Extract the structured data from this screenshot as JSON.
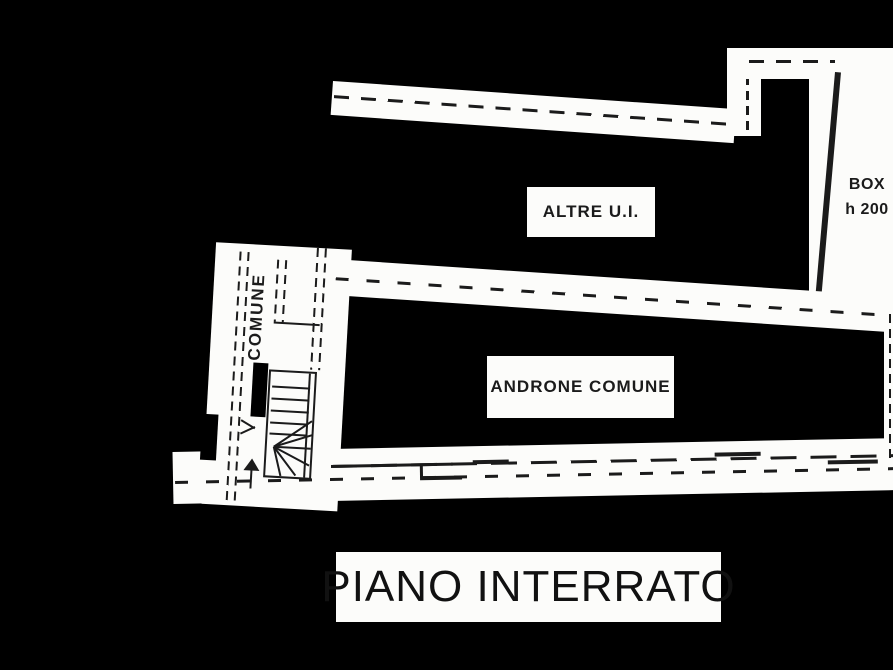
{
  "drawing": {
    "title": "PIANO INTERRATO",
    "labels": {
      "altre_ui": "ALTRE U.I.",
      "box": "BOX",
      "box_height": "h 200",
      "androne_comune": "ANDRONE COMUNE",
      "comune_stairwell": "COMUNE"
    },
    "colors": {
      "background": "#000000",
      "paper": "#fcfcfa",
      "ink": "#1b1b1b"
    }
  }
}
